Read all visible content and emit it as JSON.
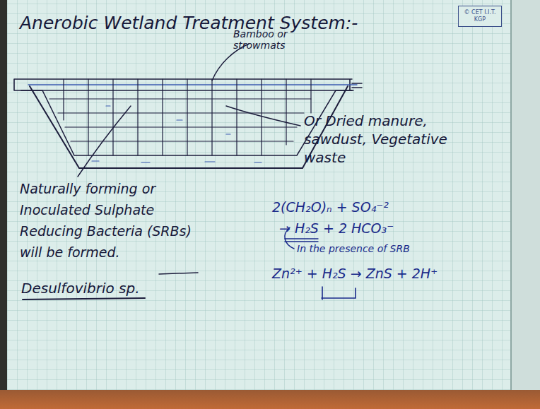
{
  "diagram": {
    "title": "Anerobic Wetland Treatment System:-",
    "nodes": [
      {
        "text": [
          "© CET I.I.T. KGP"
        ]
      }
    ],
    "labels": [
      "Bamboo or strowmats",
      "Or Dried manure, sawdust, Vegetative waste",
      "Naturally forming or Inoculated Sulphate Reducing Bacteria (SRBs) will be formed.",
      "Desulfovibrio sp.",
      "2(CH₂O)ₙ + SO₄⁻²",
      "→ H₂S + 2 HCO₃⁻",
      "In the presence of SRB",
      "Zn²⁺ + H₂S → ZnS + 2H⁺"
    ]
  }
}
